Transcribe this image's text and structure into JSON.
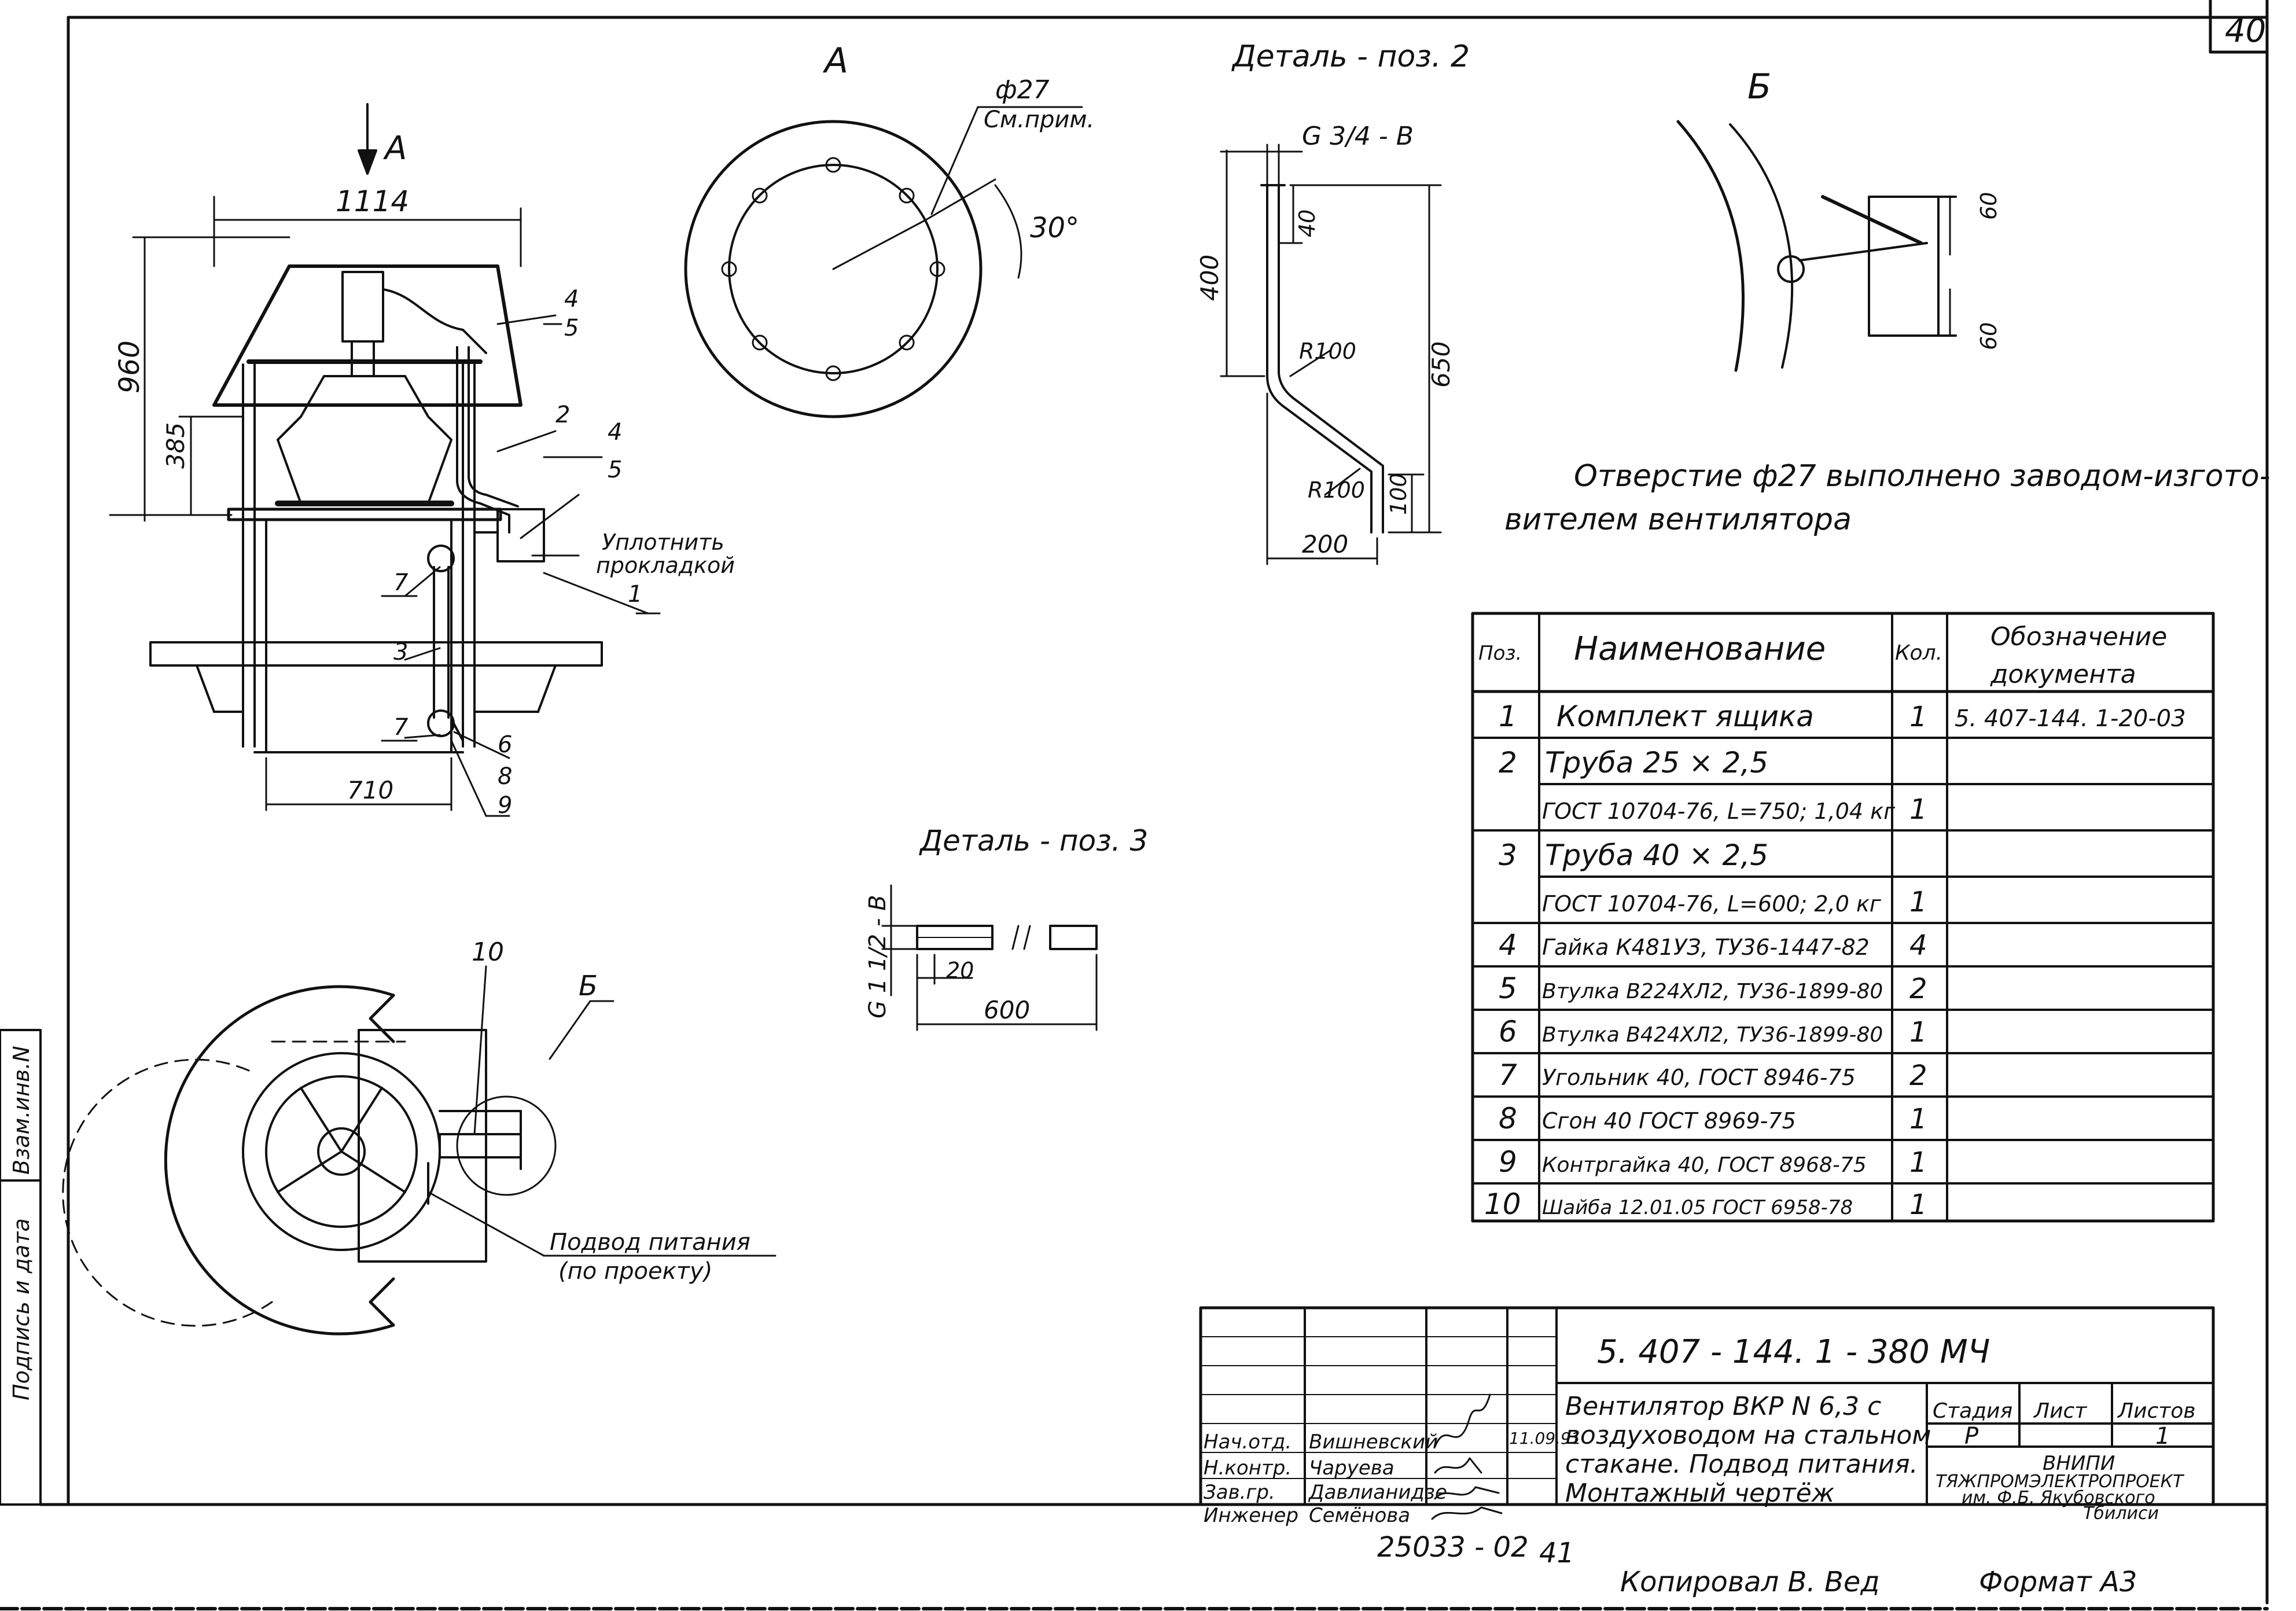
{
  "page_number": "40",
  "main_view": {
    "arrow_label": "А",
    "dim_width": "1114",
    "dim_height": "960",
    "dim_mid": "385",
    "dim_base": "710",
    "callouts": [
      "4",
      "5",
      "2",
      "4",
      "5",
      "1",
      "7",
      "3",
      "7",
      "6",
      "8",
      "9"
    ],
    "note_seal": [
      "Уплотнить",
      "прокладкой"
    ]
  },
  "view_a": {
    "title": "А",
    "hole": "ф27",
    "hole_note": "См.прим.",
    "angle": "30°"
  },
  "detail_2": {
    "title": "Деталь - поз. 2",
    "thread": "G 3/4 - B",
    "dims": [
      "400",
      "40",
      "650",
      "100",
      "200"
    ],
    "radii": [
      "R100",
      "R100"
    ]
  },
  "detail_3": {
    "title": "Деталь - поз. 3",
    "thread": "G 1 1/2 - B",
    "dim_small": "20",
    "dim_length": "600"
  },
  "view_b": {
    "title": "Б",
    "dims": [
      "60",
      "60"
    ]
  },
  "note": [
    "Отверстие ф27 выполнено заводом-изгото-",
    "вителем вентилятора"
  ],
  "plan_view": {
    "callout_10": "10",
    "callout_b": "Б",
    "power_note": [
      "Подвод питания",
      "(по проекту)"
    ]
  },
  "spec_table": {
    "headers": {
      "pos": "Поз.",
      "name": "Наименование",
      "qty": "Кол.",
      "doc": [
        "Обозначение",
        "документа"
      ]
    },
    "rows": [
      {
        "pos": "1",
        "name": "Комплект ящика",
        "qty": "1",
        "doc": "5. 407-144. 1-20-03"
      },
      {
        "pos": "2",
        "name": "Труба  25 × 2,5",
        "qty": "",
        "doc": ""
      },
      {
        "pos": "",
        "name": "ГОСТ 10704-76, L=750; 1,04 кг",
        "qty": "1",
        "doc": ""
      },
      {
        "pos": "3",
        "name": "Труба  40 × 2,5",
        "qty": "",
        "doc": ""
      },
      {
        "pos": "",
        "name": "ГОСТ 10704-76, L=600; 2,0 кг",
        "qty": "1",
        "doc": ""
      },
      {
        "pos": "4",
        "name": "Гайка К481УЗ, ТУ36-1447-82",
        "qty": "4",
        "doc": ""
      },
      {
        "pos": "5",
        "name": "Втулка В224ХЛ2, ТУ36-1899-80",
        "qty": "2",
        "doc": ""
      },
      {
        "pos": "6",
        "name": "Втулка В424ХЛ2, ТУ36-1899-80",
        "qty": "1",
        "doc": ""
      },
      {
        "pos": "7",
        "name": "Угольник 40, ГОСТ 8946-75",
        "qty": "2",
        "doc": ""
      },
      {
        "pos": "8",
        "name": "Сгон  40  ГОСТ  8969-75",
        "qty": "1",
        "doc": ""
      },
      {
        "pos": "9",
        "name": "Контргайка 40, ГОСТ 8968-75",
        "qty": "1",
        "doc": ""
      },
      {
        "pos": "10",
        "name": "Шайба 12.01.05 ГОСТ 6958-78",
        "qty": "1",
        "doc": ""
      }
    ]
  },
  "title_block": {
    "code": "5. 407 - 144. 1 - 380 МЧ",
    "title_lines": [
      "Вентилятор  ВКР N 6,3  с",
      "воздуховодом на стальном",
      "стакане. Подвод питания.",
      "Монтажный чертёж"
    ],
    "roles": [
      {
        "role": "Нач.отд.",
        "name": "Вишневский"
      },
      {
        "role": "Н.контр.",
        "name": "Чаруева"
      },
      {
        "role": "Зав.гр.",
        "name": "Давлианидзе"
      },
      {
        "role": "Инженер",
        "name": "Семёнова"
      }
    ],
    "date": "11.09.91",
    "stage_label": "Стадия",
    "sheet_label": "Лист",
    "sheets_label": "Листов",
    "stage": "Р",
    "sheets": "1",
    "org": [
      "ВНИПИ",
      "ТЯЖПРОМЭЛЕКТРОПРОЕКТ",
      "им. Ф.Б. Якубовского",
      "Тбилиси"
    ]
  },
  "footer": {
    "archive": "25033 - 02",
    "page": "41",
    "copied": "Копировал  В. Вед",
    "format": "Формат  А3"
  },
  "left_strip": [
    "Взам.инв.N",
    "Подпись и дата"
  ]
}
